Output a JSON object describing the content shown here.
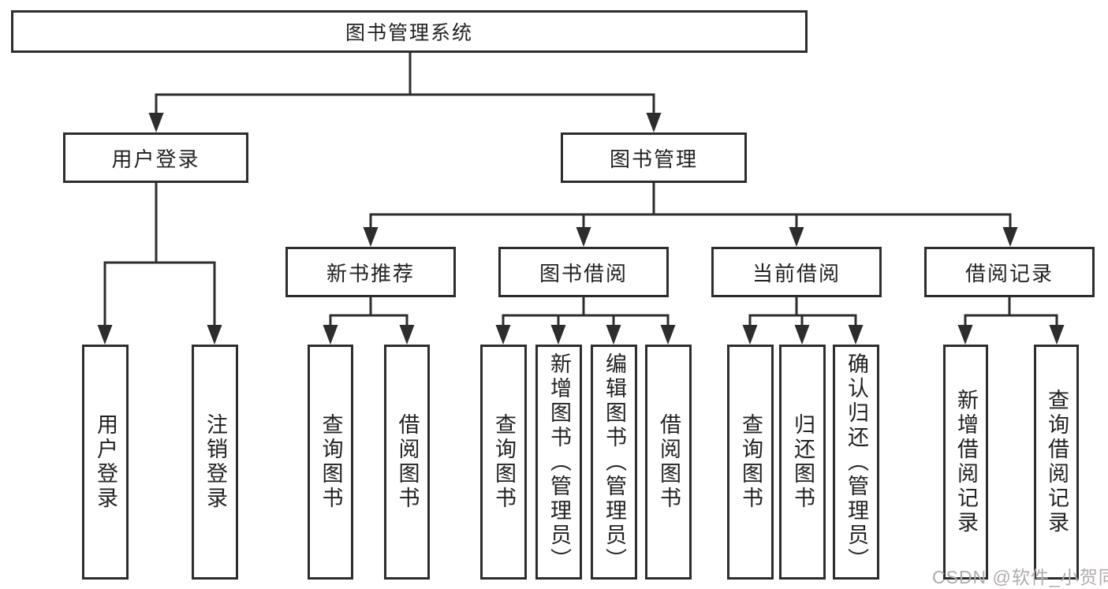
{
  "diagram": {
    "type": "hierarchy-org-chart",
    "colors": {
      "background": "#ffffff",
      "box_fill": "#ffffff",
      "box_border": "#2d2d2d",
      "line": "#2d2d2d",
      "text": "#222222",
      "watermark": "#b3abab"
    },
    "tree": {
      "label": "图书管理系统",
      "children": [
        {
          "label": "用户登录",
          "children": [
            {
              "label": "用户登录"
            },
            {
              "label": "注销登录"
            }
          ]
        },
        {
          "label": "图书管理",
          "children": [
            {
              "label": "新书推荐",
              "children": [
                {
                  "label": "查询图书"
                },
                {
                  "label": "借阅图书"
                }
              ]
            },
            {
              "label": "图书借阅",
              "children": [
                {
                  "label": "查询图书"
                },
                {
                  "label": "新增图书（管理员）"
                },
                {
                  "label": "编辑图书（管理员）"
                },
                {
                  "label": "借阅图书"
                }
              ]
            },
            {
              "label": "当前借阅",
              "children": [
                {
                  "label": "查询图书"
                },
                {
                  "label": "归还图书"
                },
                {
                  "label": "确认归还（管理员）"
                }
              ]
            },
            {
              "label": "借阅记录",
              "children": [
                {
                  "label": "新增借阅记录"
                },
                {
                  "label": "查询借阅记录"
                }
              ]
            }
          ]
        }
      ]
    },
    "watermark": {
      "text": "CSDN @软件_小贺同学"
    }
  }
}
